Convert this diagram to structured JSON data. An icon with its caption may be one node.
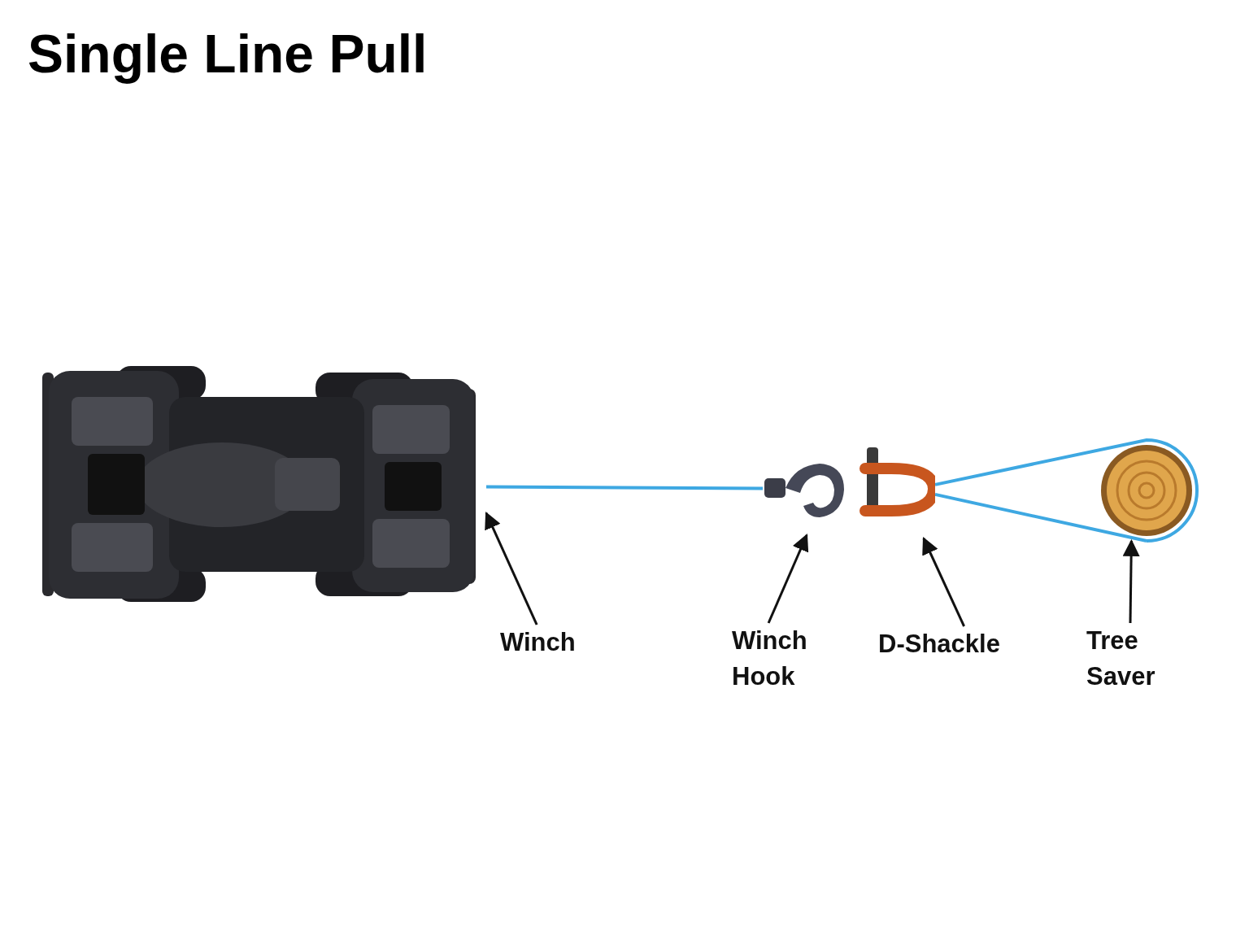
{
  "diagram": {
    "title": "Single Line Pull",
    "nodes": [
      {
        "text": [],
        "shape": "picture"
      },
      {
        "text": [],
        "shape": "picture"
      },
      {
        "text": [],
        "shape": "picture"
      },
      {
        "text": [],
        "shape": "picture"
      },
      {
        "text": [
          "Winch"
        ]
      },
      {
        "text": [
          "Winch Hook"
        ]
      },
      {
        "text": [
          "D-Shackle"
        ]
      },
      {
        "text": [
          "Tree Saver"
        ]
      }
    ],
    "edges": [
      {
        "from": 0,
        "to": 1,
        "arrow": "none",
        "color": "#3ea8e2"
      },
      {
        "from": 2,
        "to": 3,
        "arrow": "none",
        "color": "#3ea8e2"
      },
      {
        "from": 4,
        "to": 0,
        "arrow": "to"
      },
      {
        "from": 5,
        "to": 1,
        "arrow": "to"
      },
      {
        "from": 6,
        "to": 2,
        "arrow": "to"
      },
      {
        "from": 7,
        "to": 3,
        "arrow": "to"
      }
    ]
  }
}
